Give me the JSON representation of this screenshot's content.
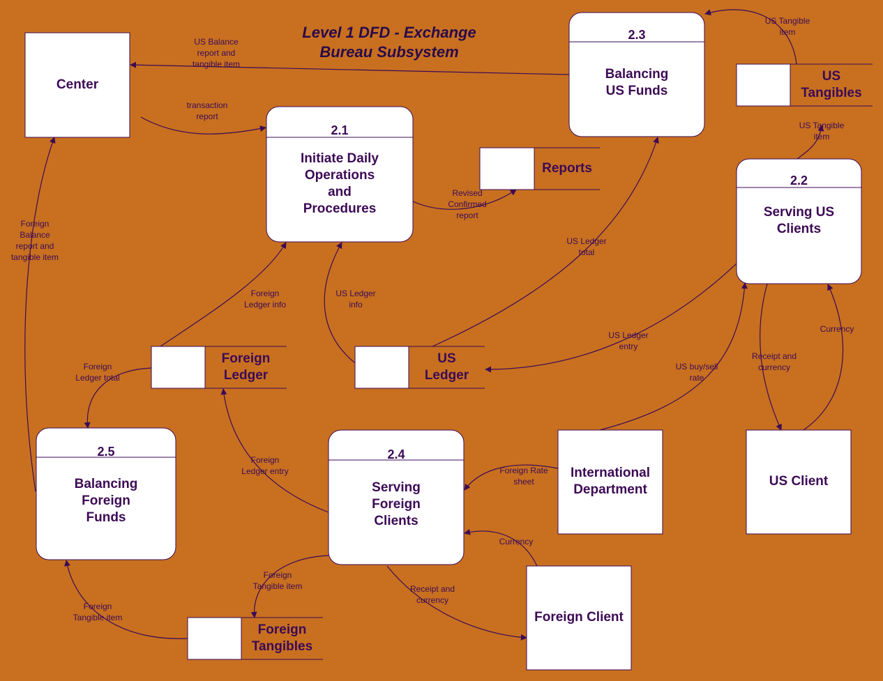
{
  "diagram": {
    "title_lines": [
      "Level 1  DFD - Exchange",
      "Bureau Subsystem"
    ],
    "colors": {
      "background": "#C87020",
      "shape_fill": "#FFFFFF",
      "text": "#3C0A55",
      "line": "#3C0A55"
    },
    "entities": [
      {
        "id": "center",
        "lines": [
          "Center"
        ]
      },
      {
        "id": "intl",
        "lines": [
          "International",
          "Department"
        ]
      },
      {
        "id": "usclient",
        "lines": [
          "US Client"
        ]
      },
      {
        "id": "fclient",
        "lines": [
          "Foreign Client"
        ]
      }
    ],
    "processes": [
      {
        "id": "p21",
        "number": "2.1",
        "lines": [
          "Initiate Daily",
          "Operations",
          "and",
          "Procedures"
        ]
      },
      {
        "id": "p22",
        "number": "2.2",
        "lines": [
          "Serving US",
          "Clients"
        ]
      },
      {
        "id": "p23",
        "number": "2.3",
        "lines": [
          "Balancing",
          "US Funds"
        ]
      },
      {
        "id": "p24",
        "number": "2.4",
        "lines": [
          "Serving",
          "Foreign",
          "Clients"
        ]
      },
      {
        "id": "p25",
        "number": "2.5",
        "lines": [
          "Balancing",
          "Foreign",
          "Funds"
        ]
      }
    ],
    "stores": [
      {
        "id": "reports",
        "lines": [
          "Reports"
        ]
      },
      {
        "id": "ustang",
        "lines": [
          "US",
          "Tangibles"
        ]
      },
      {
        "id": "usledger",
        "lines": [
          "US",
          "Ledger"
        ]
      },
      {
        "id": "fledger",
        "lines": [
          "Foreign",
          "Ledger"
        ]
      },
      {
        "id": "ftang",
        "lines": [
          "Foreign",
          "Tangibles"
        ]
      }
    ],
    "flows": [
      {
        "id": "f1",
        "lines": [
          "US Balance",
          "report and",
          "tangible item"
        ]
      },
      {
        "id": "f2",
        "lines": [
          "transaction",
          "report"
        ]
      },
      {
        "id": "f3",
        "lines": [
          "US Tangible",
          "item"
        ]
      },
      {
        "id": "f4",
        "lines": [
          "US Tangible",
          "item"
        ]
      },
      {
        "id": "f5",
        "lines": [
          "Revised",
          "Confirmed",
          "report"
        ]
      },
      {
        "id": "f6",
        "lines": [
          "US Ledger",
          "total"
        ]
      },
      {
        "id": "f7",
        "lines": [
          "US Ledger",
          "info"
        ]
      },
      {
        "id": "f8",
        "lines": [
          "Foreign",
          "Ledger info"
        ]
      },
      {
        "id": "f9",
        "lines": [
          "Foreign",
          "Balance",
          "report and",
          "tangible item"
        ]
      },
      {
        "id": "f10",
        "lines": [
          "US Ledger",
          "entry"
        ]
      },
      {
        "id": "f11",
        "lines": [
          "US buy/sell",
          "rate"
        ]
      },
      {
        "id": "f12",
        "lines": [
          "Receipt and",
          "currency"
        ]
      },
      {
        "id": "f13",
        "lines": [
          "Currency"
        ]
      },
      {
        "id": "f14",
        "lines": [
          "Foreign",
          "Ledger total"
        ]
      },
      {
        "id": "f15",
        "lines": [
          "Foreign",
          "Ledger entry"
        ]
      },
      {
        "id": "f16",
        "lines": [
          "Foreign Rate",
          "sheet"
        ]
      },
      {
        "id": "f17",
        "lines": [
          "Currency"
        ]
      },
      {
        "id": "f18",
        "lines": [
          "Foreign",
          "Tangible item"
        ]
      },
      {
        "id": "f19",
        "lines": [
          "Foreign",
          "Tangible item"
        ]
      },
      {
        "id": "f20",
        "lines": [
          "Receipt and",
          "currency"
        ]
      }
    ]
  }
}
